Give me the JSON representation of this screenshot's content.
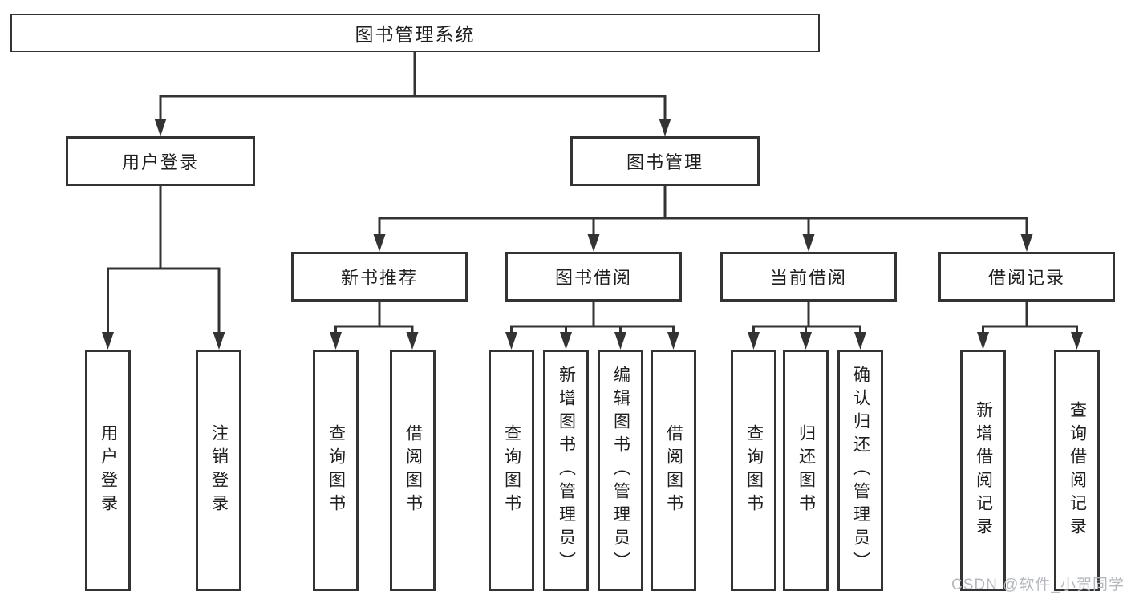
{
  "colors": {
    "line": "#333333",
    "text": "#1f1f1f",
    "box-bg": "#ffffff",
    "watermark": "#b5b9bf"
  },
  "watermark": "CSDN @软件_小贺同学",
  "diagram": {
    "root": {
      "label": "图书管理系统"
    },
    "branches": [
      {
        "label": "用户登录",
        "children": [
          {
            "label": "用户登录"
          },
          {
            "label": "注销登录"
          }
        ]
      },
      {
        "label": "图书管理",
        "children": [
          {
            "label": "新书推荐",
            "children": [
              {
                "label": "查询图书"
              },
              {
                "label": "借阅图书"
              }
            ]
          },
          {
            "label": "图书借阅",
            "children": [
              {
                "label": "查询图书"
              },
              {
                "label": "新增图书（管理员）"
              },
              {
                "label": "编辑图书（管理员）"
              },
              {
                "label": "借阅图书"
              }
            ]
          },
          {
            "label": "当前借阅",
            "children": [
              {
                "label": "查询图书"
              },
              {
                "label": "归还图书"
              },
              {
                "label": "确认归还（管理员）"
              }
            ]
          },
          {
            "label": "借阅记录",
            "children": [
              {
                "label": "新增借阅记录"
              },
              {
                "label": "查询借阅记录"
              }
            ]
          }
        ]
      }
    ]
  }
}
